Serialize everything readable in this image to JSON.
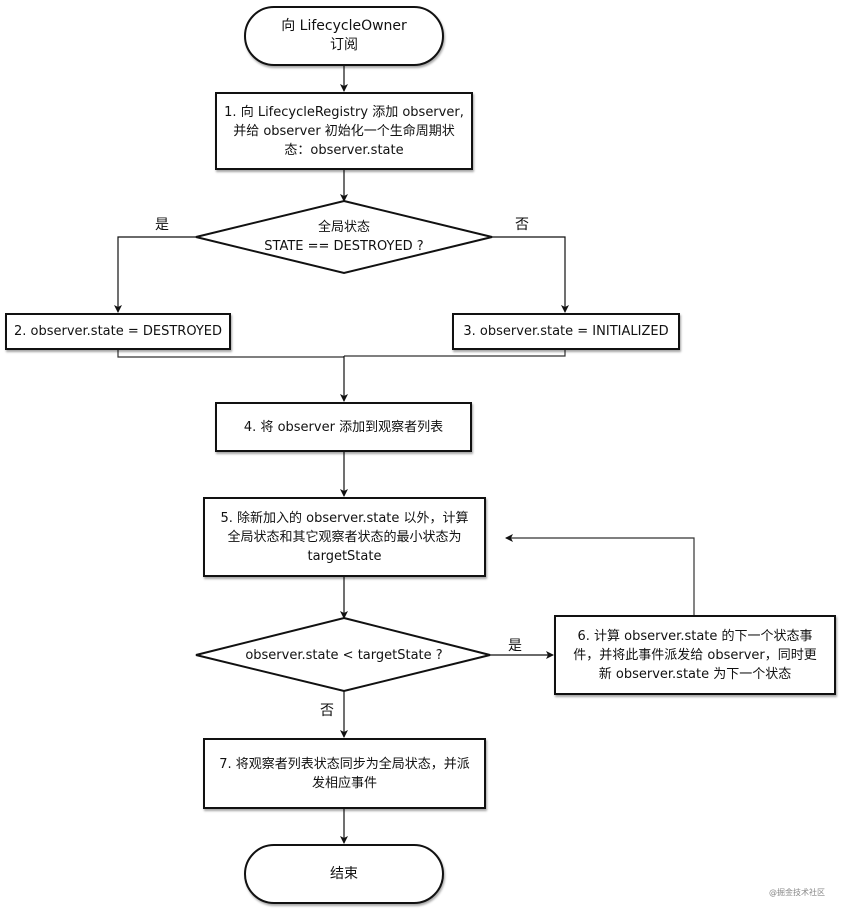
{
  "nodes": {
    "start": {
      "lines": [
        "向 LifecycleOwner",
        "订阅"
      ]
    },
    "step1": {
      "lines": [
        "1. 向 LifecycleRegistry 添加 observer,",
        "并给 observer 初始化一个生命周期状",
        "态：observer.state"
      ]
    },
    "decision1": {
      "lines": [
        "全局状态",
        "STATE == DESTROYED ?"
      ]
    },
    "step2": {
      "lines": [
        "2. observer.state = DESTROYED"
      ]
    },
    "step3": {
      "lines": [
        "3. observer.state = INITIALIZED"
      ]
    },
    "step4": {
      "lines": [
        "4. 将 observer 添加到观察者列表"
      ]
    },
    "step5": {
      "lines": [
        "5. 除新加入的 observer.state 以外，计算",
        "全局状态和其它观察者状态的最小状态为",
        "targetState"
      ]
    },
    "decision2": {
      "lines": [
        "observer.state < targetState ?"
      ]
    },
    "step6": {
      "lines": [
        "6. 计算 observer.state 的下一个状态事",
        "件，并将此事件派发给 observer，同时更",
        "新 observer.state 为下一个状态"
      ]
    },
    "step7": {
      "lines": [
        "7. 将观察者列表状态同步为全局状态，并派",
        "发相应事件"
      ]
    },
    "end": {
      "lines": [
        "结束"
      ]
    }
  },
  "edge_labels": {
    "d1_yes": "是",
    "d1_no": "否",
    "d2_yes": "是",
    "d2_no": "否"
  },
  "watermark": "@掘金技术社区"
}
